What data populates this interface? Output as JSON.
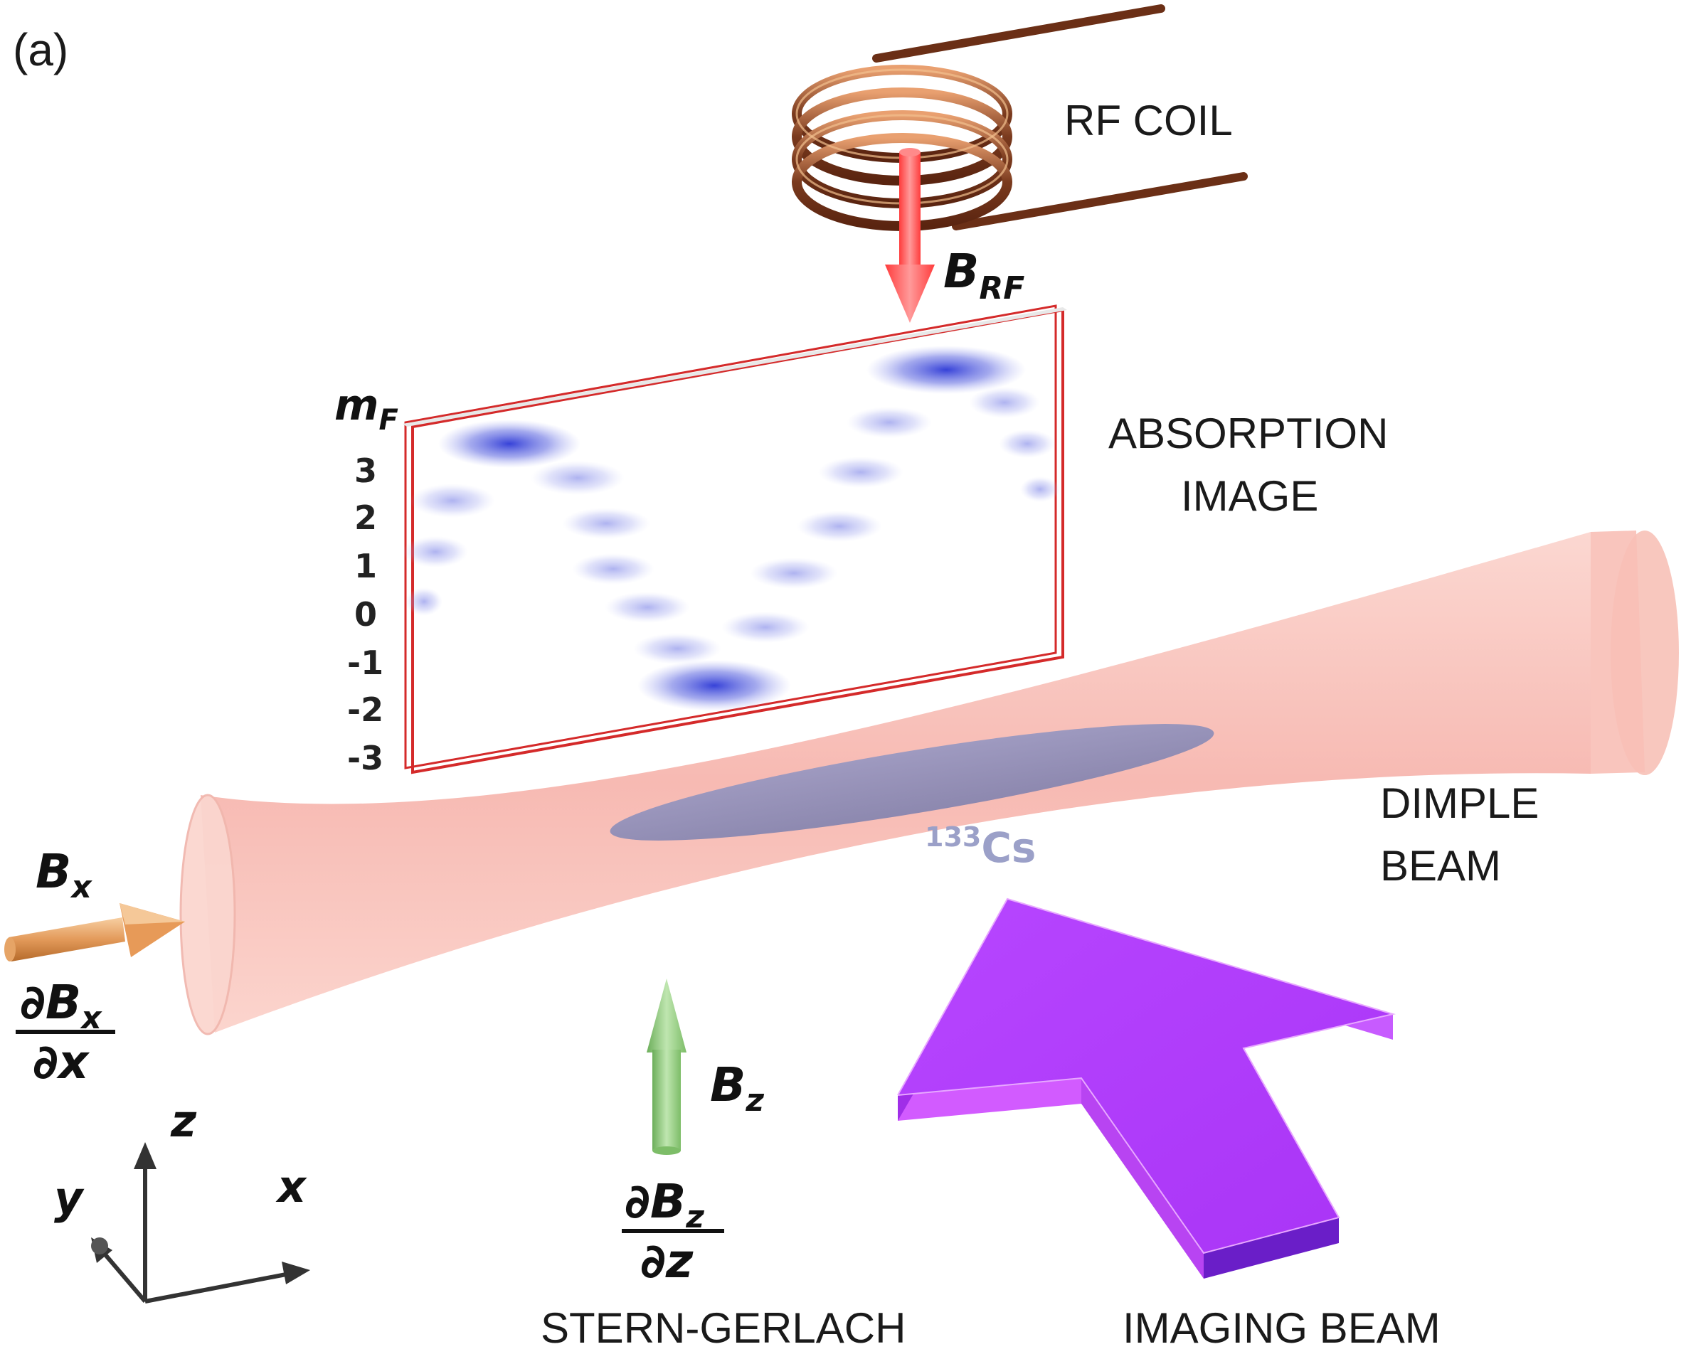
{
  "panel_label": "(a)",
  "labels": {
    "rf_coil": "RF COIL",
    "absorption_line1": "ABSORPTION",
    "absorption_line2": "IMAGE",
    "dimple_line1": "DIMPLE",
    "dimple_line2": "BEAM",
    "stern_gerlach": "STERN-GERLACH",
    "imaging_beam": "IMAGING BEAM",
    "cs_mass": "133",
    "cs_symbol": "Cs"
  },
  "symbols": {
    "b_rf": "B",
    "b_rf_sub": "RF",
    "b_x": "B",
    "b_x_sub": "x",
    "grad_x_num": "∂B",
    "grad_x_num_sub": "x",
    "grad_x_den": "∂x",
    "b_z": "B",
    "b_z_sub": "z",
    "grad_z_num": "∂B",
    "grad_z_num_sub": "z",
    "grad_z_den": "∂z",
    "m_f": "m",
    "m_f_sub": "F"
  },
  "mf_ticks": [
    "3",
    "2",
    "1",
    "0",
    "-1",
    "-2",
    "-3"
  ],
  "axes": {
    "z": "z",
    "y": "y",
    "x": "x"
  },
  "colors": {
    "coil": "#8a4a2a",
    "rf_arrow": "#ff5a5a",
    "frame": "#d42a2a",
    "dimple_beam": "#f8b8b0",
    "atom_cloud": "#8a8fb8",
    "cs_label": "#9ba0c8",
    "blob": "#2c38d6",
    "bx_arrow": "#e8a264",
    "bz_arrow": "#8fcc7a",
    "imaging_arrow": "#b23cff"
  }
}
